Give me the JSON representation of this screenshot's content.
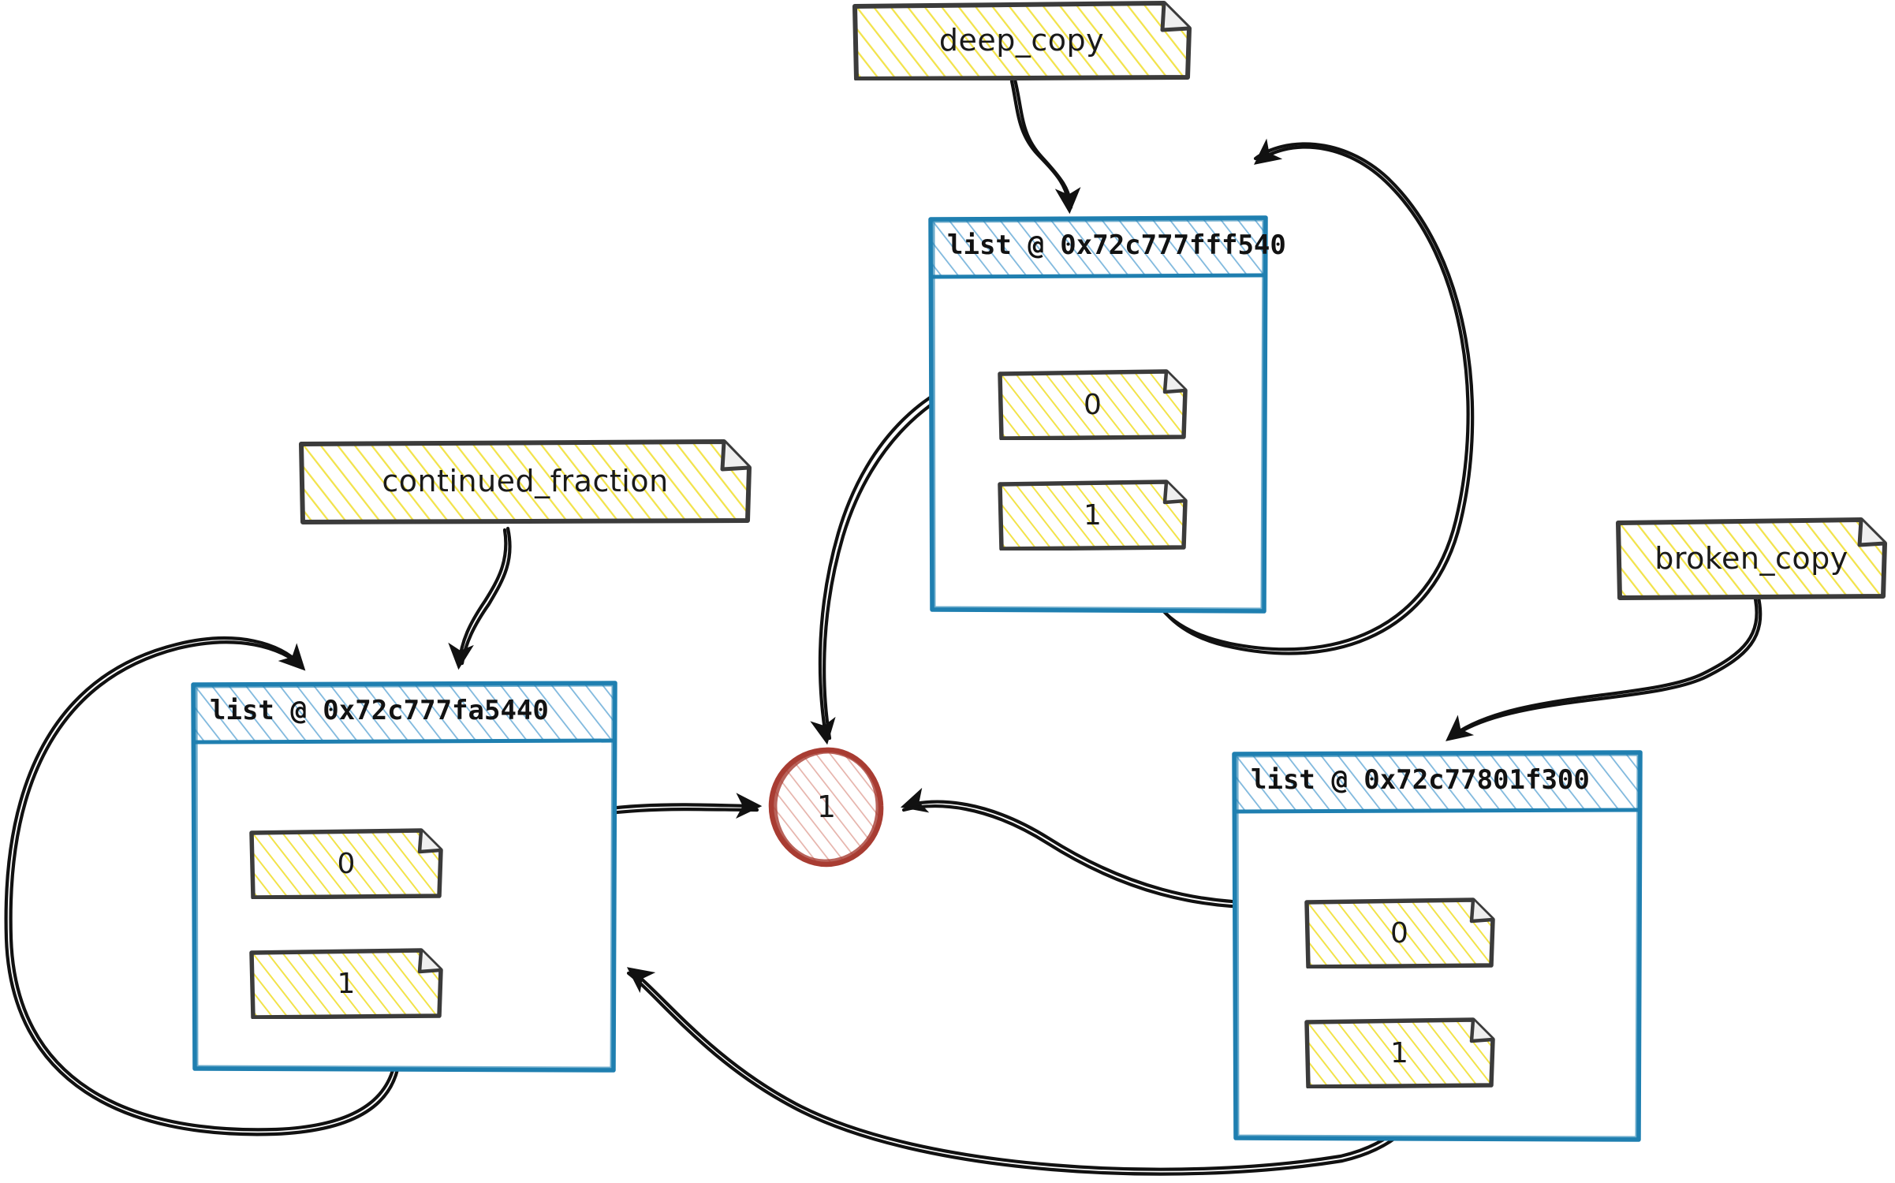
{
  "diagram": {
    "title": "Python object reference diagram",
    "background": "#ffffff",
    "style": "hand-drawn sketch",
    "colors": {
      "variable_fill_hatch": "#f2e34a",
      "variable_stroke": "#3b3b3b",
      "list_stroke": "#1f7fb0",
      "list_header_hatch": "#7fb8dd",
      "value_stroke": "#a83c32",
      "value_hatch": "#e6b3ab",
      "edge_stroke": "#111111",
      "text": "#141414"
    }
  },
  "variables": [
    {
      "id": "deep_copy",
      "label": "deep_copy"
    },
    {
      "id": "continued_fraction",
      "label": "continued_fraction"
    },
    {
      "id": "broken_copy",
      "label": "broken_copy"
    }
  ],
  "lists": [
    {
      "id": "list_fff540",
      "header": "list @ 0x72c777fff540",
      "cells": [
        {
          "index": "0"
        },
        {
          "index": "1"
        }
      ]
    },
    {
      "id": "list_fa5440",
      "header": "list @ 0x72c777fa5440",
      "cells": [
        {
          "index": "0"
        },
        {
          "index": "1"
        }
      ]
    },
    {
      "id": "list_01f300",
      "header": "list @ 0x72c77801f300",
      "cells": [
        {
          "index": "0"
        },
        {
          "index": "1"
        }
      ]
    }
  ],
  "values": [
    {
      "id": "int_one",
      "label": "1",
      "shape": "circle"
    }
  ],
  "edges": [
    {
      "from": "deep_copy",
      "to": "list_fff540",
      "arrow": true
    },
    {
      "from": "continued_fraction",
      "to": "list_fa5440",
      "arrow": true
    },
    {
      "from": "broken_copy",
      "to": "list_01f300",
      "arrow": true
    },
    {
      "from": "list_fff540.cell.0",
      "to": "int_one",
      "arrow": true
    },
    {
      "from": "list_fff540.cell.1",
      "to": "list_fff540",
      "arrow": true
    },
    {
      "from": "list_fa5440.cell.0",
      "to": "int_one",
      "arrow": true
    },
    {
      "from": "list_fa5440.cell.1",
      "to": "list_fa5440",
      "arrow": true
    },
    {
      "from": "list_01f300.cell.0",
      "to": "int_one",
      "arrow": true
    },
    {
      "from": "list_01f300.cell.1",
      "to": "list_fa5440",
      "arrow": true
    }
  ]
}
